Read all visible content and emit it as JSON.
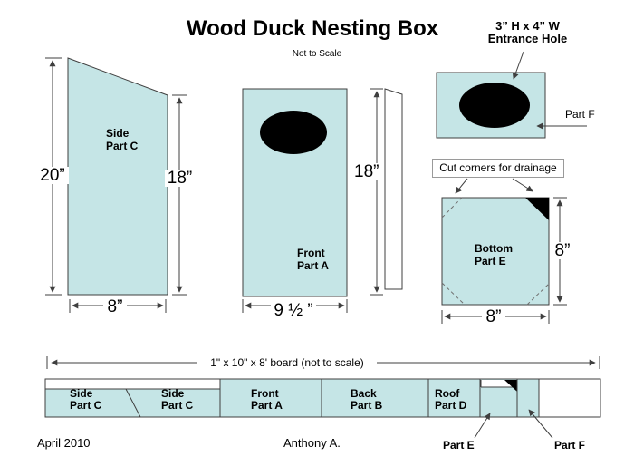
{
  "title": "Wood Duck Nesting Box",
  "scale_note": "Not to Scale",
  "colors": {
    "panel_fill": "#c5e5e6",
    "outline": "#3f3f3f",
    "hole_fill": "#000000",
    "callout_border": "#9a9a9a",
    "background": "#ffffff"
  },
  "side_piece": {
    "label_line1": "Side",
    "label_line2": "Part C",
    "dim_left": "20”",
    "dim_right": "18”",
    "dim_bottom": "8”"
  },
  "front_piece": {
    "label_line1": "Front",
    "label_line2": "Part A",
    "dim_right": "18”",
    "dim_bottom": "9 ½ ”"
  },
  "entrance_panel": {
    "note_line1": "3” H x 4” W",
    "note_line2": "Entrance Hole",
    "part_label": "Part F"
  },
  "bottom_piece": {
    "callout": "Cut corners for drainage",
    "label_line1": "Bottom",
    "label_line2": "Part E",
    "dim_right": "8”",
    "dim_bottom": "8”"
  },
  "board": {
    "dim_label": "1\" x 10\" x 8' board (not to scale)",
    "sections": [
      {
        "line1": "Side",
        "line2": "Part C"
      },
      {
        "line1": "Side",
        "line2": "Part C"
      },
      {
        "line1": "Front",
        "line2": "Part A"
      },
      {
        "line1": "Back",
        "line2": "Part B"
      },
      {
        "line1": "Roof",
        "line2": "Part D"
      }
    ],
    "part_e_label": "Part E",
    "part_f_label": "Part F"
  },
  "footer": {
    "date": "April 2010",
    "author": "Anthony A."
  }
}
